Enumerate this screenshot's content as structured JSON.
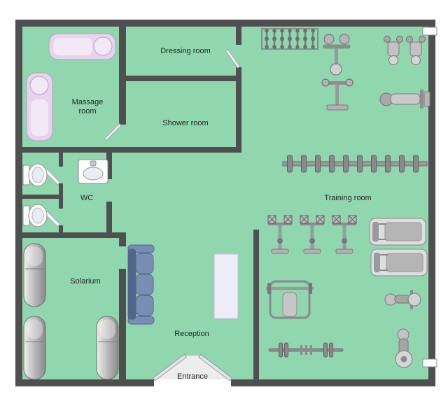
{
  "colors": {
    "floor": "#90d7af",
    "wall": "#4f4f4f",
    "label": "#262626",
    "sofa": "#7a8eb5",
    "sofa_dark": "#53658c",
    "desk": "#edecf8",
    "massage": "#e7d4ec",
    "massage_light": "#f3e8f6",
    "equipment_gray": "#9a9a9a",
    "tanning_bed_silver": "#b9b9b9"
  },
  "rooms": {
    "massage": {
      "label": "Massage room"
    },
    "dressing": {
      "label": "Dressing room"
    },
    "shower": {
      "label": "Shower room"
    },
    "wc": {
      "label": "WC"
    },
    "solarium": {
      "label": "Solarium"
    },
    "reception": {
      "label": "Reception"
    },
    "training": {
      "label": "Training room"
    },
    "entrance": {
      "label": "Entrance"
    }
  }
}
